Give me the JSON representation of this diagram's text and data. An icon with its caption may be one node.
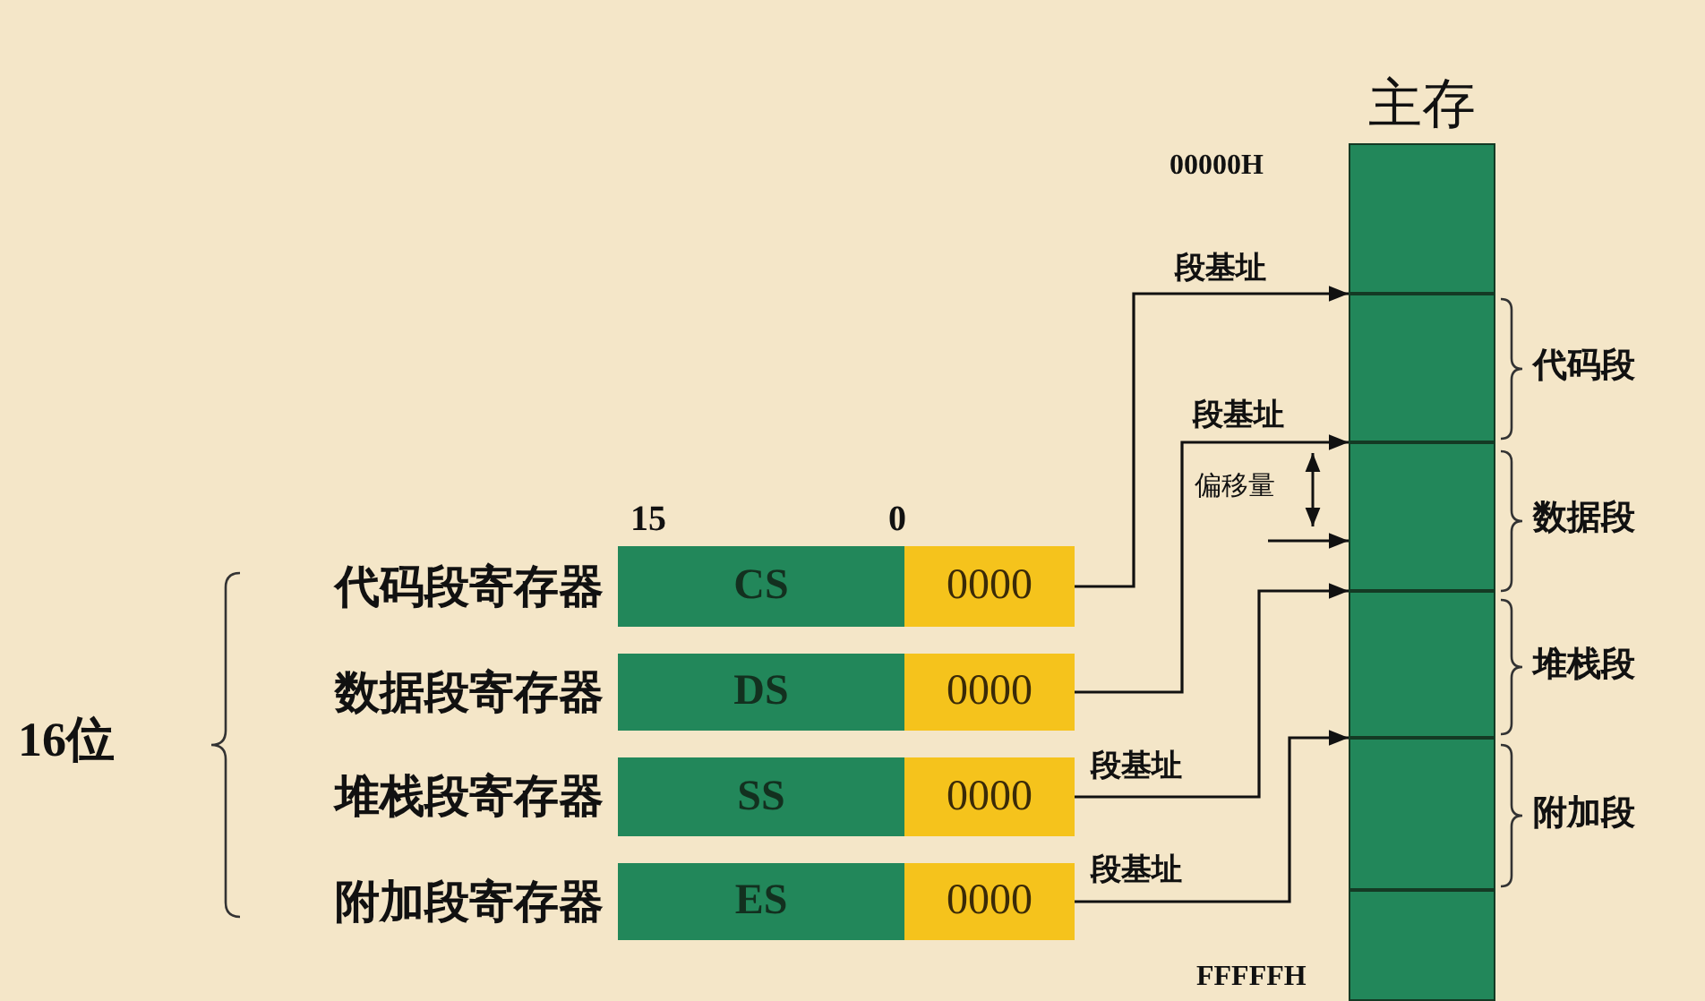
{
  "diagram": {
    "nodes": [
      {
        "text": [
          "主存"
        ]
      },
      {
        "text": [],
        "shape": "box",
        "in": 0
      },
      {
        "text": [],
        "shape": "box",
        "in": 0
      },
      {
        "text": [],
        "shape": "box",
        "in": 0
      },
      {
        "text": [],
        "shape": "box",
        "in": 0
      },
      {
        "text": [],
        "shape": "box",
        "in": 0
      },
      {
        "text": [],
        "shape": "box",
        "in": 0
      },
      {
        "text": [
          "CS"
        ],
        "beside": [
          "代码段寄存器"
        ]
      },
      {
        "text": [
          "0000"
        ]
      },
      {
        "text": [
          "DS"
        ],
        "beside": [
          "数据段寄存器"
        ]
      },
      {
        "text": [
          "0000"
        ]
      },
      {
        "text": [
          "SS"
        ],
        "beside": [
          "堆栈段寄存器"
        ]
      },
      {
        "text": [
          "0000"
        ]
      },
      {
        "text": [
          "ES"
        ],
        "beside": [
          "附加段寄存器"
        ]
      },
      {
        "text": [
          "0000"
        ]
      }
    ],
    "edges": [
      {
        "from": 8,
        "to": 2,
        "arrow": "to",
        "label": "段基址"
      },
      {
        "from": 10,
        "to": 3,
        "arrow": "to",
        "label": "段基址"
      },
      {
        "from": null,
        "to": 3,
        "arrow": "to"
      },
      {
        "from": 12,
        "to": 4,
        "arrow": "to",
        "label": "段基址"
      },
      {
        "from": 14,
        "to": 5,
        "arrow": "to",
        "label": "段基址"
      }
    ],
    "labels": [
      "00000H",
      "代码段",
      "偏移量",
      "数据段",
      "15",
      "0",
      "堆栈段",
      "16位",
      "附加段",
      "FFFFFH"
    ]
  }
}
